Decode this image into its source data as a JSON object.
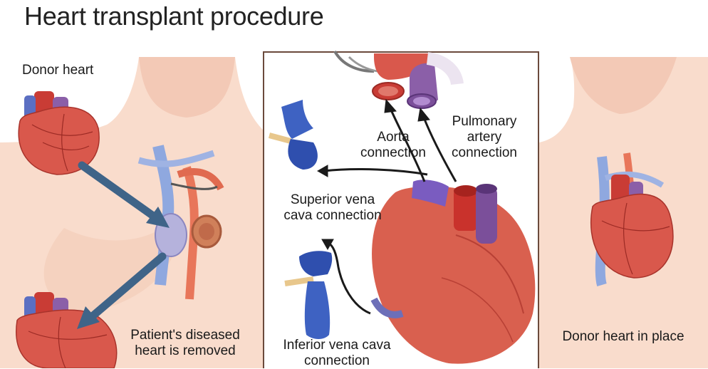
{
  "title": "Heart transplant procedure",
  "labels": {
    "donor_heart": "Donor heart",
    "patient_diseased_line1": "Patient's diseased",
    "patient_diseased_line2": "heart is removed",
    "aorta_line1": "Aorta",
    "aorta_line2": "connection",
    "pulmonary_line1": "Pulmonary",
    "pulmonary_line2": "artery",
    "pulmonary_line3": "connection",
    "svc_line1": "Superior vena",
    "svc_line2": "cava connection",
    "ivc_line1": "Inferior vena cava",
    "ivc_line2": "connection",
    "donor_in_place": "Donor heart in place"
  },
  "colors": {
    "skin": "#f9d9c8",
    "skin_shadow": "#f0c0aa",
    "heart_red": "#d9544a",
    "heart_dark": "#b8332c",
    "vein_blue": "#6f8fd6",
    "vein_purple": "#8e6ab8",
    "arrow_blue": "#3f6488",
    "frame_border": "#6b4a3c"
  }
}
